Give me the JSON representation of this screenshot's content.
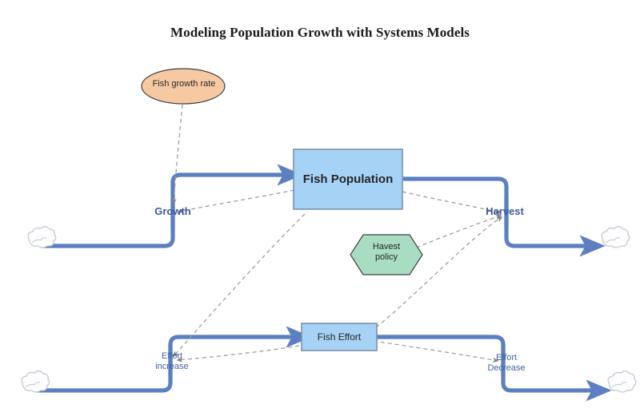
{
  "document": {
    "title": "Modeling Population Growth with Systems Models"
  },
  "colors": {
    "stock_fill": "#a6d2f5",
    "stock_stroke": "#7a91a8",
    "converter_fill": "#f7c9a3",
    "converter_stroke": "#404040",
    "policy_fill": "#a8ddc2",
    "policy_stroke": "#404040",
    "flow_pipe": "#5b7fc0",
    "link_dashed": "#9a9a9a",
    "flow_label": "#3b5a9a",
    "cloud_stroke": "#c2c9d4",
    "title_color": "#1a1a1a"
  },
  "nodes": {
    "fish_growth_rate": {
      "label": "Fish growth rate",
      "shape": "ellipse",
      "kind": "converter"
    },
    "fish_population": {
      "label": "Fish Population",
      "shape": "rectangle",
      "kind": "stock"
    },
    "fish_effort": {
      "label": "Fish Effort",
      "shape": "rectangle",
      "kind": "stock"
    },
    "harvest_policy": {
      "label": "Havest\npolicy",
      "shape": "hexagon",
      "kind": "policy"
    }
  },
  "flows": {
    "growth": {
      "label": "Growth",
      "direction": "inflow",
      "target": "fish_population"
    },
    "harvest": {
      "label": "Harvest",
      "direction": "outflow",
      "source": "fish_population"
    },
    "effort_increase": {
      "label": "Effort\nincrease",
      "direction": "inflow",
      "target": "fish_effort"
    },
    "effort_decrease": {
      "label": "Effort\nDecrease",
      "direction": "outflow",
      "source": "fish_effort"
    }
  },
  "clouds": [
    {
      "name": "source-cloud-growth",
      "position": "left-upper"
    },
    {
      "name": "sink-cloud-harvest",
      "position": "right-upper"
    },
    {
      "name": "source-cloud-effort-increase",
      "position": "left-lower"
    },
    {
      "name": "sink-cloud-effort-decrease",
      "position": "right-lower"
    }
  ],
  "links": [
    {
      "from": "fish_growth_rate",
      "to": "growth"
    },
    {
      "from": "fish_population",
      "to": "growth"
    },
    {
      "from": "fish_population",
      "to": "harvest"
    },
    {
      "from": "harvest_policy",
      "to": "harvest"
    },
    {
      "from": "fish_effort",
      "to": "harvest"
    },
    {
      "from": "fish_population",
      "to": "effort_increase"
    },
    {
      "from": "fish_effort",
      "to": "effort_increase"
    },
    {
      "from": "fish_effort",
      "to": "effort_decrease"
    }
  ]
}
